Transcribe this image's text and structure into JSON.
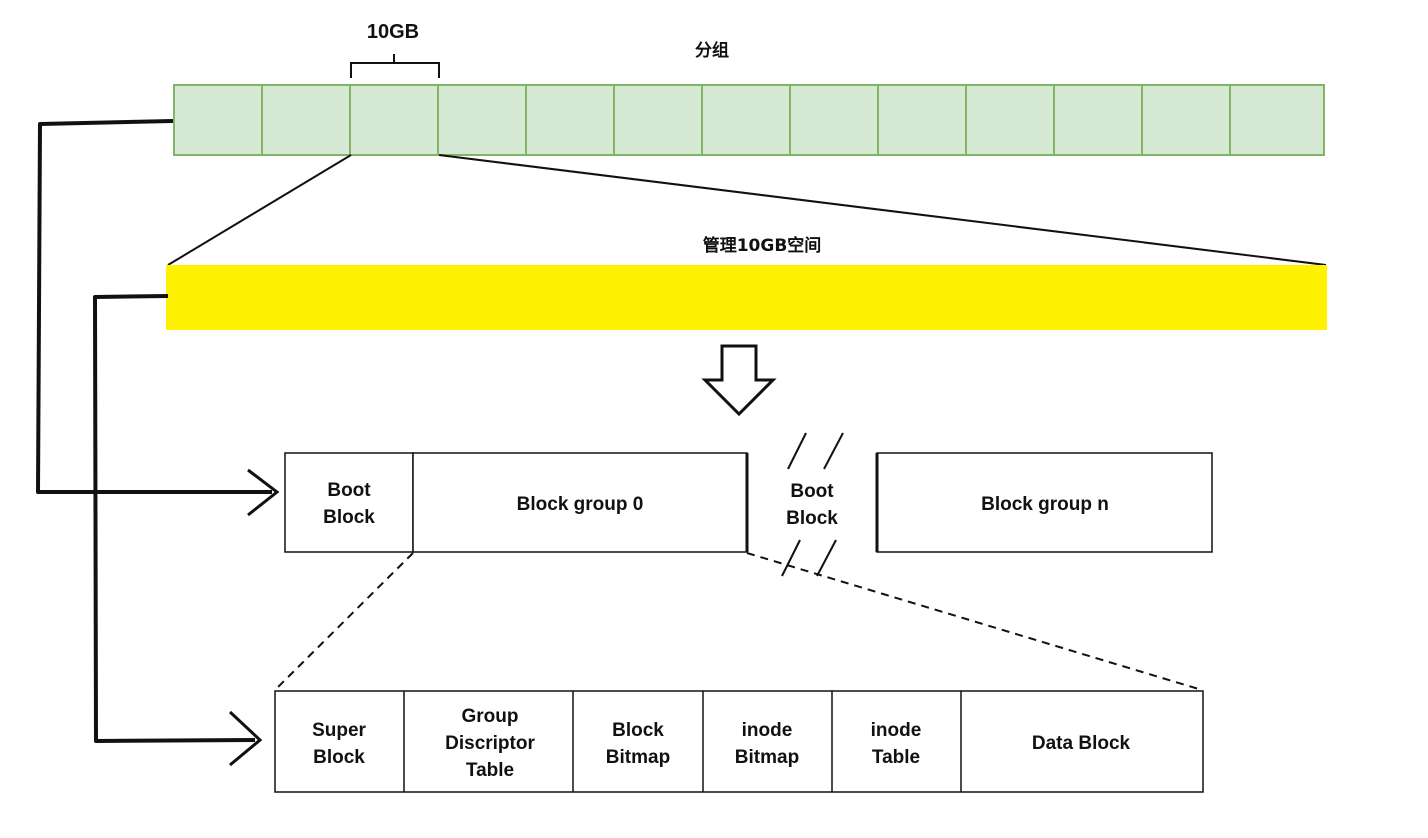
{
  "top": {
    "size_label": "10GB",
    "title": "分组",
    "cell_count": 13
  },
  "middle": {
    "title": "管理10GB空间"
  },
  "layout_row": {
    "boot_block_1": [
      "Boot",
      "Block"
    ],
    "block_group_0": "Block group 0",
    "boot_block_2": [
      "Boot",
      "Block"
    ],
    "block_group_n": "Block group n"
  },
  "group_detail": {
    "cells": [
      {
        "lines": [
          "Super",
          "Block"
        ]
      },
      {
        "lines": [
          "Group",
          "Discriptor",
          "Table"
        ]
      },
      {
        "lines": [
          "Block",
          "Bitmap"
        ]
      },
      {
        "lines": [
          "inode",
          "Bitmap"
        ]
      },
      {
        "lines": [
          "inode",
          "Table"
        ]
      },
      {
        "lines": [
          "Data Block"
        ]
      }
    ]
  },
  "colors": {
    "partition_fill": "#d5e8d4",
    "partition_stroke": "#82b366",
    "managed_space": "#fff200",
    "line": "#111111"
  }
}
